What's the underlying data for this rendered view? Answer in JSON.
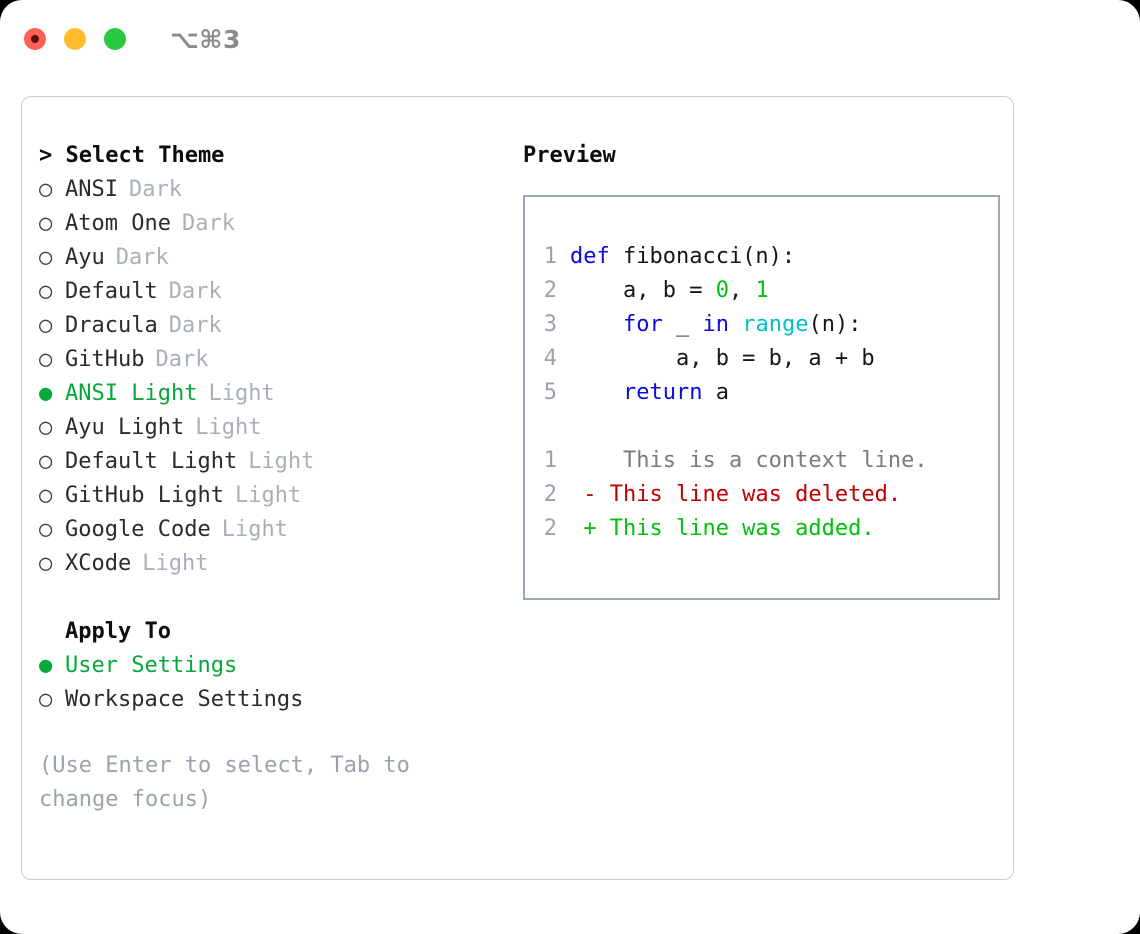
{
  "titlebar": {
    "shortcut": "⌥⌘3",
    "buttons": [
      {
        "name": "close",
        "color": "#ff6058"
      },
      {
        "name": "minimize",
        "color": "#ffbd2e"
      },
      {
        "name": "maximize",
        "color": "#28c840"
      }
    ]
  },
  "theme_picker": {
    "header": "> Select Theme",
    "items": [
      {
        "bullet": "○",
        "label": "ANSI",
        "variant": "Dark",
        "selected": false
      },
      {
        "bullet": "○",
        "label": "Atom One",
        "variant": "Dark",
        "selected": false
      },
      {
        "bullet": "○",
        "label": "Ayu",
        "variant": "Dark",
        "selected": false
      },
      {
        "bullet": "○",
        "label": "Default",
        "variant": "Dark",
        "selected": false
      },
      {
        "bullet": "○",
        "label": "Dracula",
        "variant": "Dark",
        "selected": false
      },
      {
        "bullet": "○",
        "label": "GitHub",
        "variant": "Dark",
        "selected": false
      },
      {
        "bullet": "●",
        "label": "ANSI Light",
        "variant": "Light",
        "selected": true
      },
      {
        "bullet": "○",
        "label": "Ayu Light",
        "variant": "Light",
        "selected": false
      },
      {
        "bullet": "○",
        "label": "Default Light",
        "variant": "Light",
        "selected": false
      },
      {
        "bullet": "○",
        "label": "GitHub Light",
        "variant": "Light",
        "selected": false
      },
      {
        "bullet": "○",
        "label": "Google Code",
        "variant": "Light",
        "selected": false
      },
      {
        "bullet": "○",
        "label": "XCode",
        "variant": "Light",
        "selected": false
      }
    ]
  },
  "apply_to": {
    "header": "Apply To",
    "items": [
      {
        "bullet": "●",
        "label": "User Settings",
        "selected": true
      },
      {
        "bullet": "○",
        "label": "Workspace Settings",
        "selected": false
      }
    ]
  },
  "hint": "(Use Enter to select, Tab to change focus)",
  "preview": {
    "title": "Preview",
    "code_lines": [
      {
        "lineno": "1",
        "tokens": [
          {
            "text": "def ",
            "type": "kw"
          },
          {
            "text": "fibonacci(n):",
            "type": "plain"
          }
        ]
      },
      {
        "lineno": "2",
        "tokens": [
          {
            "text": "    a, b = ",
            "type": "plain"
          },
          {
            "text": "0",
            "type": "num"
          },
          {
            "text": ", ",
            "type": "plain"
          },
          {
            "text": "1",
            "type": "num"
          }
        ]
      },
      {
        "lineno": "3",
        "tokens": [
          {
            "text": "    ",
            "type": "plain"
          },
          {
            "text": "for",
            "type": "kw"
          },
          {
            "text": " _ ",
            "type": "plain"
          },
          {
            "text": "in",
            "type": "kw"
          },
          {
            "text": " ",
            "type": "plain"
          },
          {
            "text": "range",
            "type": "fn"
          },
          {
            "text": "(n):",
            "type": "plain"
          }
        ]
      },
      {
        "lineno": "4",
        "tokens": [
          {
            "text": "        a, b = b, a + b",
            "type": "plain"
          }
        ]
      },
      {
        "lineno": "5",
        "tokens": [
          {
            "text": "    ",
            "type": "plain"
          },
          {
            "text": "return",
            "type": "kw"
          },
          {
            "text": " a",
            "type": "plain"
          }
        ]
      }
    ],
    "diff_lines": [
      {
        "lineno": "1",
        "marker": " ",
        "text": "  This is a context line.",
        "type": "ctx"
      },
      {
        "lineno": "2",
        "marker": "-",
        "text": " This line was deleted.",
        "type": "del"
      },
      {
        "lineno": "2",
        "marker": "+",
        "text": " This line was added.",
        "type": "add"
      }
    ]
  },
  "colors": {
    "accent_green": "#07a83a",
    "muted": "#a9b0bc",
    "hint": "#9aa2b0",
    "keyword": "#0b0bdc",
    "function": "#00c2c2",
    "number": "#00c20c",
    "diff_delete": "#c00000",
    "diff_add": "#00c20c",
    "panel_border": "#9aa8b8",
    "frame_border": "#c9ced6"
  }
}
